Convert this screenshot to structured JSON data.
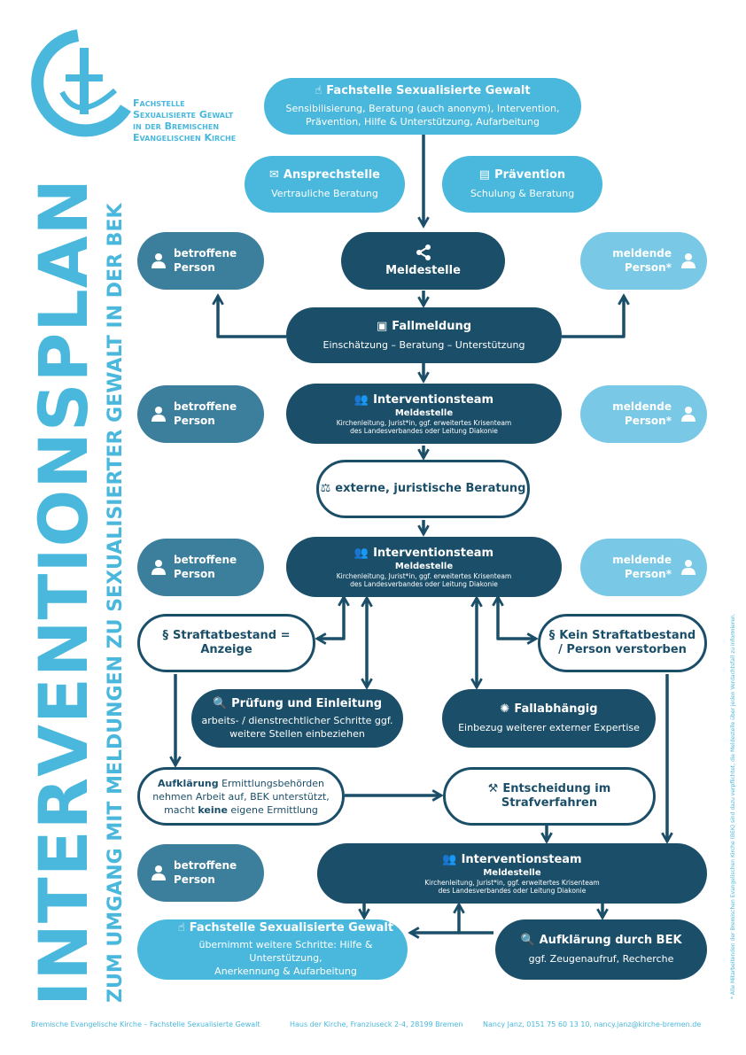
{
  "colors": {
    "cyan": "#4ab8dc",
    "light": "#79c9e6",
    "mid": "#3c7f9c",
    "dark": "#1b4e68"
  },
  "logo": {
    "icon": "cross-ship-logo-icon",
    "lines": [
      "Fachstelle",
      "Sexualisierte Gewalt",
      "in der Bremischen",
      "Evangelischen Kirche"
    ]
  },
  "title": {
    "main": "INTERVENTIONSPLAN",
    "sub": "ZUM UMGANG MIT MELDUNGEN ZU SEXUALISIERTER GEWALT IN DER BEK"
  },
  "fachstelle_top": {
    "icon": "hand-icon",
    "title": "Fachstelle Sexualisierte Gewalt",
    "line1": "Sensibilisierung, Beratung (auch anonym), Intervention,",
    "line2": "Prävention, Hilfe & Unterstützung, Aufarbeitung"
  },
  "ansprechstelle": {
    "icon": "mail-icon",
    "title": "Ansprechstelle",
    "sub": "Vertrauliche Beratung"
  },
  "praevention": {
    "icon": "presentation-icon",
    "title": "Prävention",
    "sub": "Schulung & Beratung"
  },
  "person_labels": {
    "betroffene_1": "betroffene",
    "betroffene_2": "Person",
    "meldende_1": "meldende",
    "meldende_2": "Person*"
  },
  "meldestelle": {
    "icon": "share-icon",
    "title": "Meldestelle"
  },
  "fallmeldung": {
    "icon": "clipboard-icon",
    "title": "Fallmeldung",
    "sub": "Einschätzung – Beratung – Unterstützung"
  },
  "interventionsteam": {
    "icon": "team-icon",
    "title": "Interventionsteam",
    "sub": "Meldestelle",
    "line1": "Kirchenleitung, Jurist*in, ggf. erweitertes Krisenteam",
    "line2": "des Landesverbandes oder Leitung Diakonie"
  },
  "interventionsteam_last": {
    "line1": "Kirchenleitung, Jurist*in, ggf. erweitertes Krisenteam",
    "line2": "des Landesverbandes oder Leitung Diakonie"
  },
  "extern": {
    "icon": "scales-icon",
    "title": "externe, juristische Beratung"
  },
  "straf": {
    "icon": "paragraph-icon",
    "title1": "Straftatbestand =",
    "title2": "Anzeige"
  },
  "kein_straf": {
    "icon": "paragraph-icon",
    "title1": "Kein Straftatbestand",
    "title2": "/ Person verstorben"
  },
  "pruefung": {
    "icon": "magnifier-icon",
    "title": "Prüfung und Einleitung",
    "line1": "arbeits- / dienstrechtlicher Schritte ggf.",
    "line2": "weitere Stellen einbeziehen"
  },
  "fallabhaengig": {
    "icon": "bulb-icon",
    "title": "Fallabhängig",
    "sub": "Einbezug weiterer externer Expertise"
  },
  "aufklaerung": {
    "bold1": "Aufklärung",
    "rest1": " Ermittlungsbehörden",
    "line2": "nehmen Arbeit auf, BEK unterstützt,",
    "line3a": "macht ",
    "line3b": "keine",
    "line3c": " eigene Ermittlung"
  },
  "entscheidung": {
    "icon": "gavel-icon",
    "title": "Entscheidung im Strafverfahren"
  },
  "fachstelle_bottom": {
    "icon": "hand-icon",
    "title": "Fachstelle Sexualisierte Gewalt",
    "line1": "übernimmt weitere Schritte: Hilfe & Unterstützung,",
    "line2": "Anerkennung & Aufarbeitung"
  },
  "aufklaerung_bek": {
    "icon": "magnifier-icon",
    "title": "Aufklärung durch BEK",
    "sub": "ggf. Zeugenaufruf, Recherche"
  },
  "side_note": "* Alle Mitarbeitenden der Bremischen Evangelischen Kirche (BEK) sind dazu verpflichtet, die Meldestelle über jeden Verdachtsfall zu informieren.",
  "footer": {
    "org": "Bremische Evangelische Kirche – Fachstelle Sexualisierte Gewalt",
    "address": "Haus der Kirche, Franziuseck 2-4, 28199 Bremen",
    "contact": "Nancy Janz, 0151 75 60 13 10, nancy.janz@kirche-bremen.de"
  }
}
